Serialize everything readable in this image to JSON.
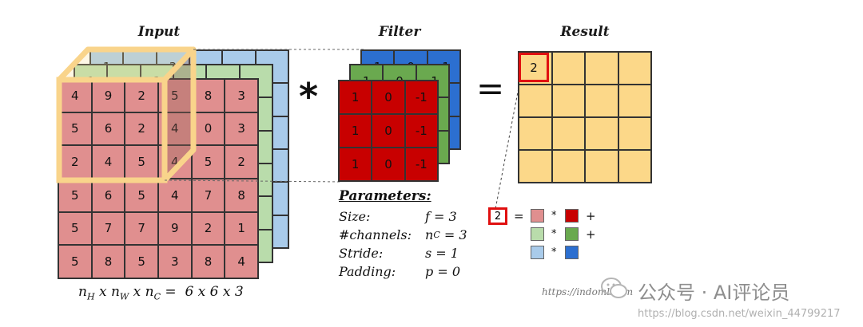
{
  "titles": {
    "input": "Input",
    "filter": "Filter",
    "result": "Result"
  },
  "input_red": [
    [
      4,
      9,
      2,
      5,
      8,
      3
    ],
    [
      5,
      6,
      2,
      4,
      0,
      3
    ],
    [
      2,
      4,
      5,
      4,
      5,
      2
    ],
    [
      5,
      6,
      5,
      4,
      7,
      8
    ],
    [
      5,
      7,
      7,
      9,
      2,
      1
    ],
    [
      5,
      8,
      5,
      3,
      8,
      4
    ]
  ],
  "input_green_top": [
    "1",
    "",
    "3",
    "",
    ""
  ],
  "input_blue_top": [
    "1",
    "",
    "3",
    "",
    "",
    ""
  ],
  "filter_red": [
    [
      "1",
      "0",
      "-1"
    ],
    [
      "1",
      "0",
      "-1"
    ],
    [
      "1",
      "0",
      "-1"
    ]
  ],
  "filter_green_top": [
    "1",
    "0",
    "-1"
  ],
  "filter_blue_top": [
    "1",
    "0",
    "-1"
  ],
  "operators": {
    "conv": "*",
    "equals": "="
  },
  "result_value": "2",
  "parameters": {
    "header": "Parameters:",
    "rows": [
      {
        "key": "Size:",
        "value": "f = 3"
      },
      {
        "key": "#channels:",
        "value": "n",
        "sub": "C",
        "tail": " = 3"
      },
      {
        "key": "Stride:",
        "value": "s = 1"
      },
      {
        "key": "Padding:",
        "value": "p = 0"
      }
    ]
  },
  "dims_formula": {
    "n1": "n",
    "s1": "H",
    "x1": " x ",
    "n2": "n",
    "s2": "W",
    "x2": " x ",
    "n3": "n",
    "s3": "C",
    "eq": " =  6 x 6 x 3"
  },
  "legend": {
    "value": "2",
    "equals": "=",
    "rows": [
      {
        "mul": "*",
        "plus": "+"
      },
      {
        "mul": "*",
        "plus": "+"
      },
      {
        "mul": "*",
        "plus": ""
      }
    ],
    "colors": {
      "input": [
        "#e08f8f",
        "#b9dcab",
        "#a9cbea"
      ],
      "filter": [
        "#c80000",
        "#6aa94f",
        "#2c6fd0"
      ]
    }
  },
  "watermark": {
    "url": "https://indoml.com",
    "brand": "公众号 · AI评论员",
    "blog": "https://blog.csdn.net/weixin_44799217"
  }
}
